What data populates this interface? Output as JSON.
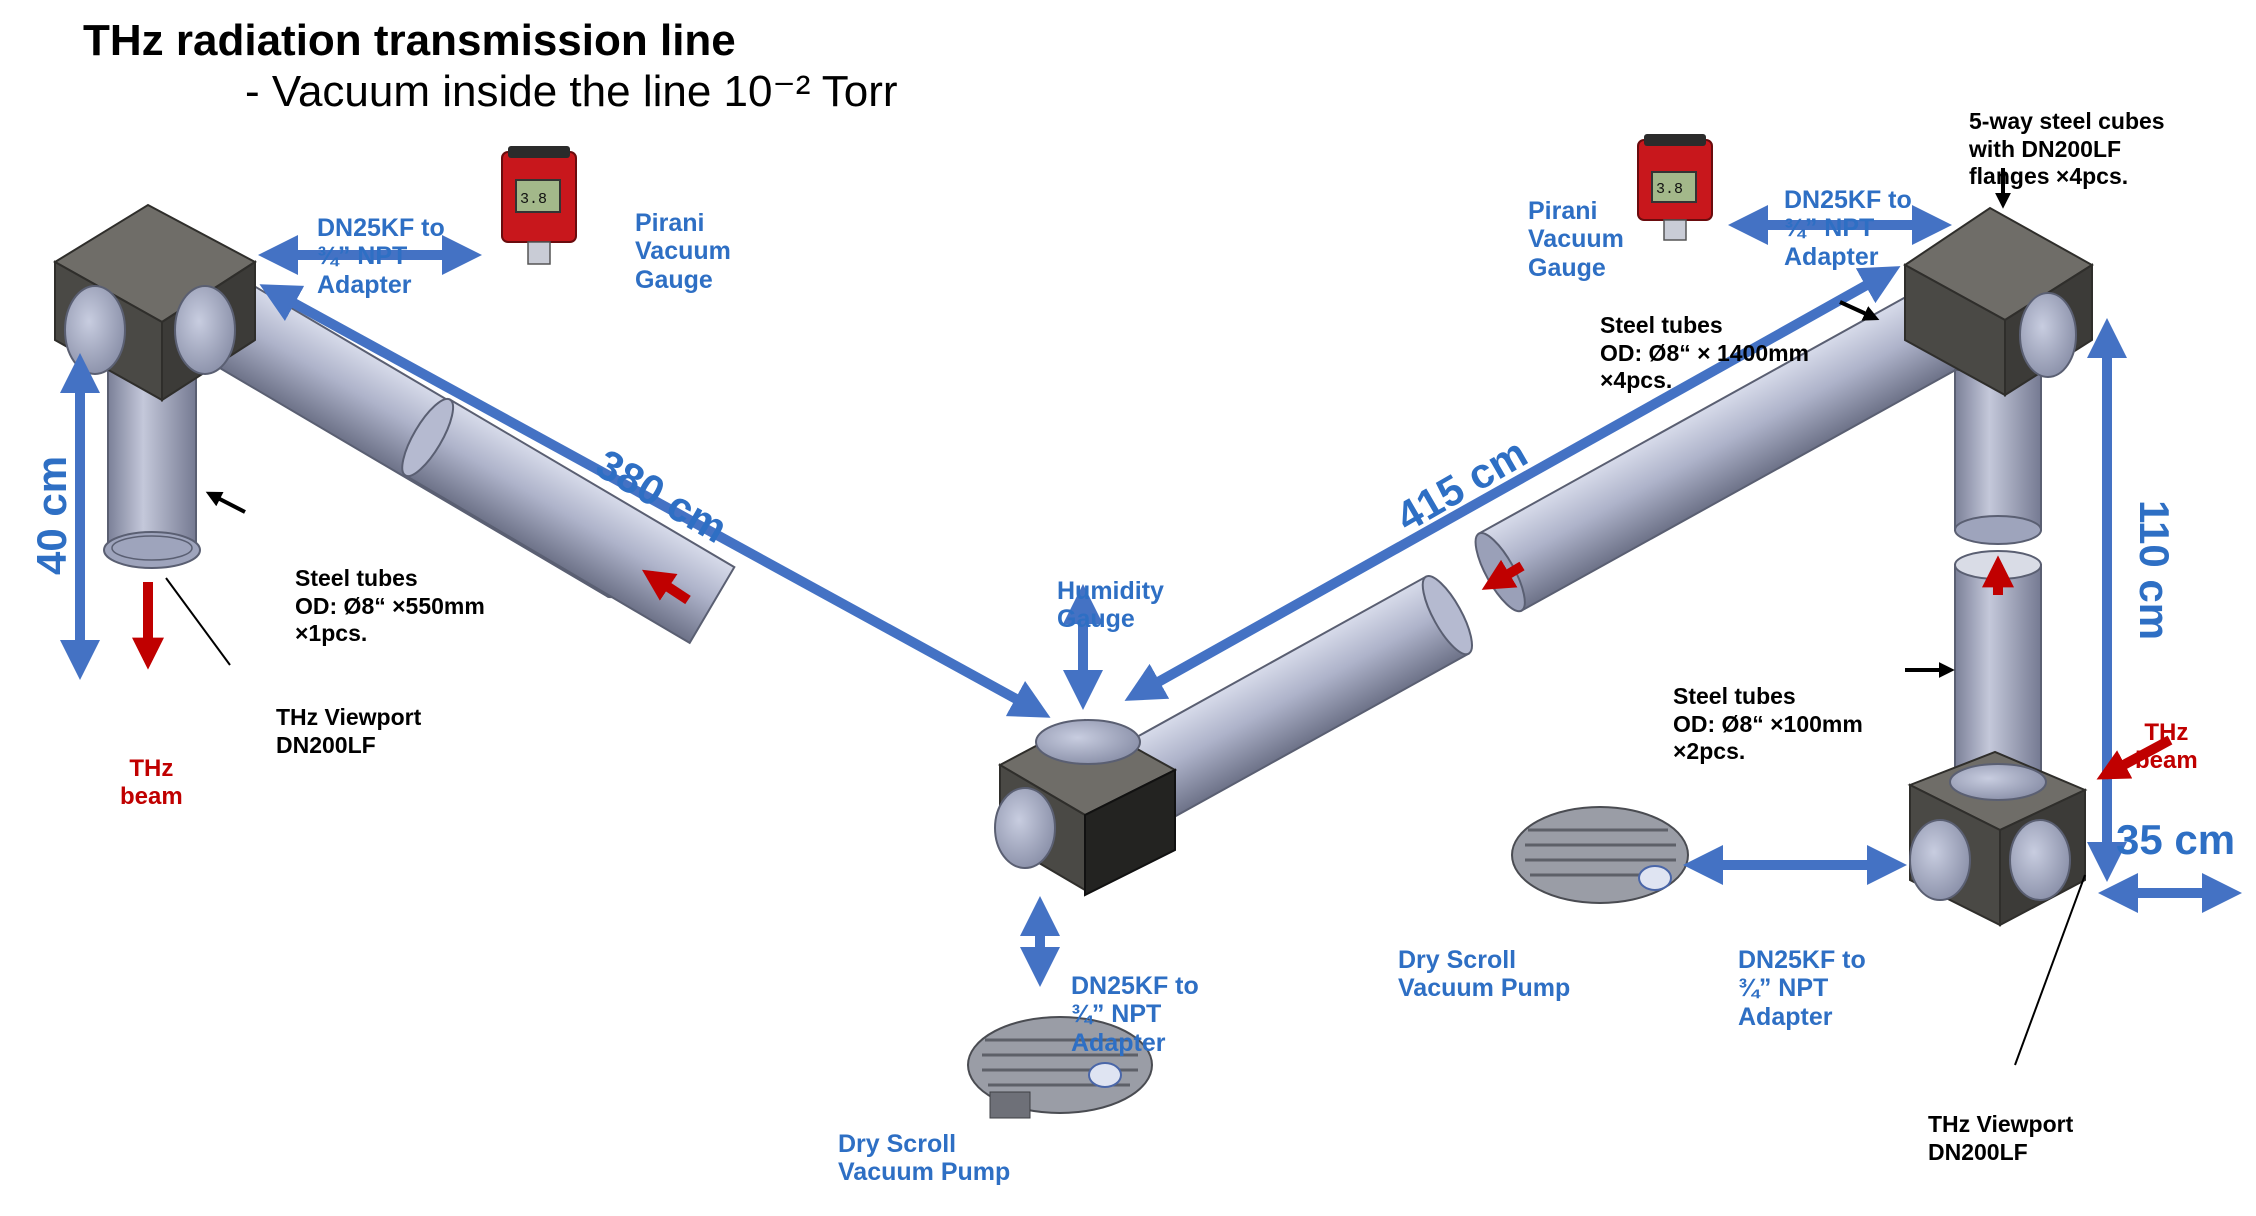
{
  "title": "THz radiation transmission line",
  "subtitle": "- Vacuum inside the line 10⁻² Torr",
  "labels": {
    "adapter_left": [
      "DN25KF to",
      "¾” NPT",
      "Adapter"
    ],
    "pirani_left": [
      "Pirani",
      "Vacuum",
      "Gauge"
    ],
    "pirani_right": [
      "Pirani",
      "Vacuum",
      "Gauge"
    ],
    "adapter_top_right": [
      "DN25KF to",
      "¾” NPT",
      "Adapter"
    ],
    "cubes_note": [
      "5-way steel cubes",
      "with DN200LF",
      "flanges ×4pcs."
    ],
    "tubes_long": [
      "Steel tubes",
      "OD: Ø8“ × 1400mm",
      "×4pcs."
    ],
    "tubes_short_left": [
      "Steel tubes",
      "OD: Ø8“ ×550mm",
      "×1pcs."
    ],
    "viewport_left": [
      "THz Viewport",
      "DN200LF"
    ],
    "beam_left": [
      "THz",
      "beam"
    ],
    "humidity": [
      "Humidity",
      "Gauge"
    ],
    "tubes_short_right": [
      "Steel tubes",
      "OD: Ø8“ ×100mm",
      "×2pcs."
    ],
    "beam_right": [
      "THz",
      "beam"
    ],
    "adapter_bottom_center": [
      "DN25KF to",
      "¾” NPT",
      "Adapter"
    ],
    "pump_center": [
      "Dry Scroll",
      "Vacuum Pump"
    ],
    "pump_right": [
      "Dry Scroll",
      "Vacuum Pump"
    ],
    "adapter_bottom_right": [
      "DN25KF to",
      "¾” NPT",
      "Adapter"
    ],
    "viewport_right": [
      "THz Viewport",
      "DN200LF"
    ]
  },
  "dimensions": {
    "left_vertical": "40 cm",
    "left_diagonal": "380 cm",
    "right_diagonal": "415 cm",
    "right_vertical": "110 cm",
    "right_horizontal": "35 cm"
  },
  "gauge_display": "3.8",
  "colors": {
    "dimension_blue": "#4472c4",
    "label_blue": "#2e6fc4",
    "beam_red": "#c00000",
    "tube_fill": "#a9aec6",
    "cube_top": "#6f6d68",
    "cube_side": "#3c3b38",
    "flange": "#aab0c8"
  }
}
